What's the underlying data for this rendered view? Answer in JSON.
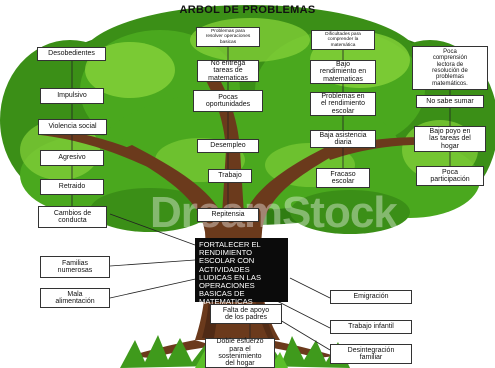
{
  "title": "ARBOL DE PROBLEMAS",
  "colors": {
    "foliage_dark": "#2f7d12",
    "foliage": "#4aa81e",
    "foliage_light": "#86d23a",
    "trunk": "#6b3a1c",
    "trunk_dark": "#3e2010",
    "grass": "#3f9a1c",
    "central_box": "#0b0b0b"
  },
  "central_problem": "FORTALECER EL\nRENDIMIENTO\nESCOLAR CON\nACTIVIDADES\nLUDICAS EN LAS\nOPERACIONES\nBASICAS DE\nMATEMATICAS",
  "effects": {
    "left": [
      "Desobedientes",
      "Impulsivo",
      "Violencia social",
      "Agresivo",
      "Retraido",
      "Cambios de\nconducta"
    ],
    "center": [
      "Problemas para\nresolver operaciones\nbasicas",
      "No entrega\ntareas de\nmatematicas",
      "Pocas\noportunidades",
      "Desempleo",
      "Trabajo",
      "Repitensia"
    ],
    "right_center": [
      "Dificultades para\ncomprender la\nmatemática",
      "Bajo\nrendimiento en\nmatematicas",
      "Problemas en\nel rendimiento\nescolar",
      "Baja asistencia\ndiaria",
      "Fracaso\nescolar"
    ],
    "right": [
      "Poca\ncomprensión\nlectora de\nresolución de\nproblemas\nmatemáticos.",
      "No sabe sumar",
      "Bajo poyo en\nlas tareas del\nhogar",
      "Poca\nparticipación"
    ]
  },
  "causes": {
    "left": [
      "Familias\nnumerosas",
      "Mala\nalimentación"
    ],
    "center": [
      "Falta de apoyo\nde los padres",
      "Doble esfuerzo\npara el\nsostenimiento\ndel hogar"
    ],
    "right": [
      "Emigración",
      "Trabajo infantil",
      "Desintegración\nfamiliar"
    ]
  },
  "watermark": "DreamStock"
}
